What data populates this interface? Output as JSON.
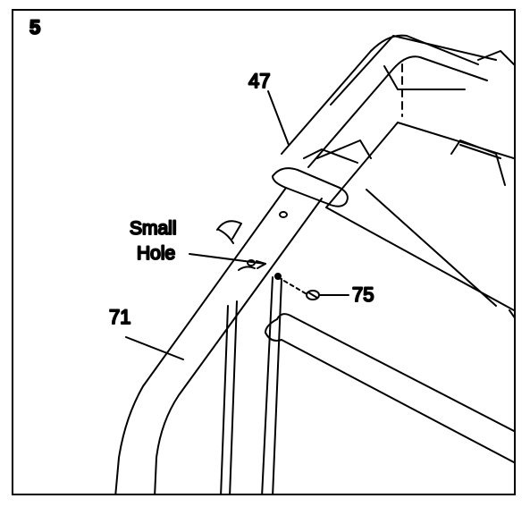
{
  "step_number": "5",
  "parts": {
    "p47": "47",
    "p75": "75",
    "p71": "71"
  },
  "callout": {
    "line1": "Small",
    "line2": "Hole"
  },
  "colors": {
    "ink": "#000000",
    "paper": "#ffffff"
  }
}
